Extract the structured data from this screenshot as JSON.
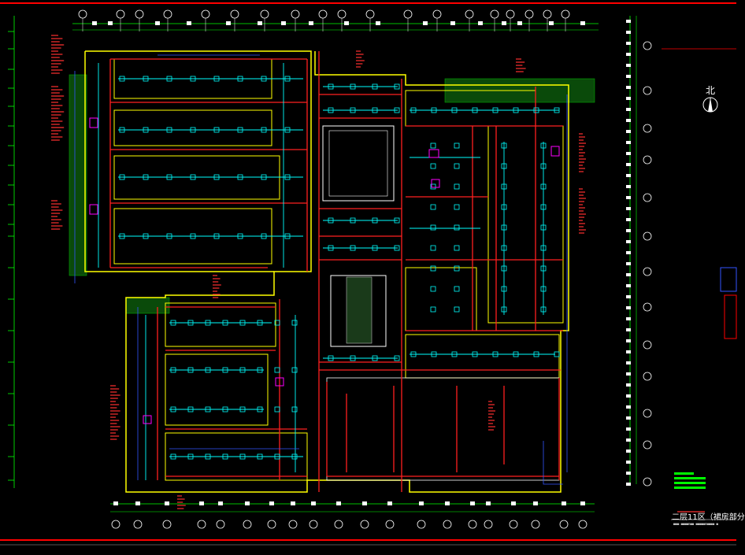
{
  "drawing": {
    "north_label": "北",
    "title": "二层11区（裙房部分",
    "subtitle": "■■■ ■■■■Ⅱ■■ ■■■■■Ⅱ■■■■ ■"
  },
  "colors": {
    "background": "#000000",
    "frame_red": "#ff0000",
    "wall_yellow": "#ffff00",
    "duct_cyan": "#00ffff",
    "pipe_red": "#ff2020",
    "axis_white": "#ffffff",
    "dim_green": "#00ff00",
    "blue": "#3355ff",
    "magenta": "#ff00ff"
  },
  "icons": [
    "north-arrow-icon",
    "axis-bubble-icon"
  ]
}
